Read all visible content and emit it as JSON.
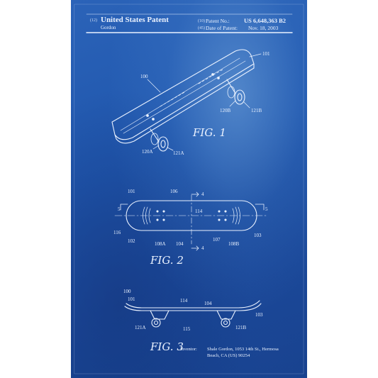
{
  "header": {
    "code_12": "(12)",
    "doc_type": "United States Patent",
    "inventor_surname": "Gordon",
    "code_10": "(10)",
    "patent_no_label": "Patent No.:",
    "patent_no": "US 6,648,363 B2",
    "code_45": "(45)",
    "date_label": "Date of Patent:",
    "date": "Nov. 18, 2003"
  },
  "figures": {
    "fig1": {
      "caption": "FIG. 1",
      "refs": {
        "deck": "100",
        "top": "101",
        "wheel_rear": "120B",
        "truck_rear": "121B",
        "wheel_front": "120A",
        "truck_front": "121A"
      }
    },
    "fig2": {
      "caption": "FIG. 2",
      "refs": {
        "r101": "101",
        "r106": "106",
        "r4_top": "4",
        "r5_left": "5",
        "r5_right": "5",
        "r114": "114",
        "r116": "116",
        "r102": "102",
        "r108a": "108A",
        "r104": "104",
        "r4_bot": "4",
        "r107": "107",
        "r108b": "108B",
        "r103": "103"
      }
    },
    "fig3": {
      "caption": "FIG. 3",
      "refs": {
        "r100": "100",
        "r101": "101",
        "r114": "114",
        "r104": "104",
        "r103": "103",
        "r121a": "121A",
        "r115": "115",
        "r121b": "121B"
      }
    }
  },
  "footer": {
    "inventor_label": "Inventor:",
    "inventor_line1": "Shale Gordon, 1053 14th St., Hermosa",
    "inventor_line2": "Beach, CA (US) 90254"
  },
  "colors": {
    "paper": "#1f56ad",
    "ink": "#eaf2ff",
    "border": "#ffffff"
  },
  "icons": [
    "skateboard-drawing-icon"
  ]
}
